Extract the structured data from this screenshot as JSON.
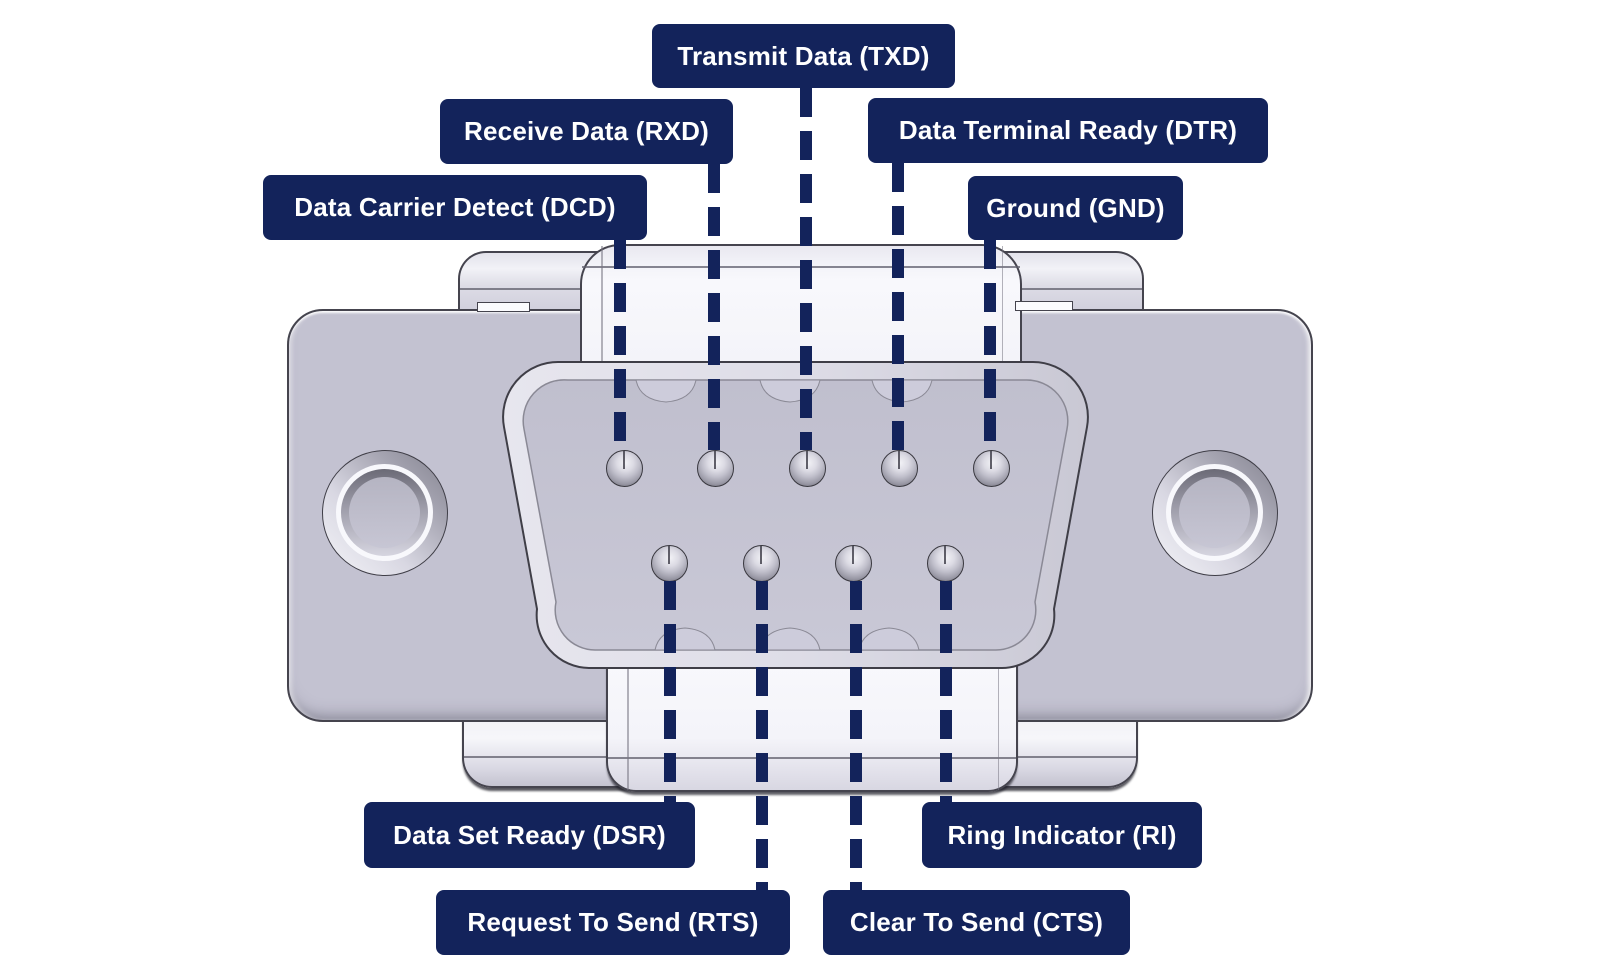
{
  "diagram": {
    "subject": "DB9 serial connector pinout",
    "connector": {
      "type": "DB9 male",
      "pins_top_row": 5,
      "pins_bottom_row": 4,
      "total_pins": 9
    }
  },
  "labels": {
    "txd": "Transmit Data (TXD)",
    "rxd": "Receive Data (RXD)",
    "dtr": "Data Terminal Ready (DTR)",
    "dcd": "Data Carrier Detect (DCD)",
    "gnd": "Ground (GND)",
    "dsr": "Data Set Ready (DSR)",
    "ri": "Ring Indicator (RI)",
    "rts": "Request To Send (RTS)",
    "cts": "Clear To Send (CTS)"
  },
  "colors": {
    "label_bg": "#13235B",
    "label_text": "#FFFFFF",
    "line_color": "#13235B",
    "metal_mid": "#C3C2D1",
    "metal_dark": "#45444E"
  }
}
